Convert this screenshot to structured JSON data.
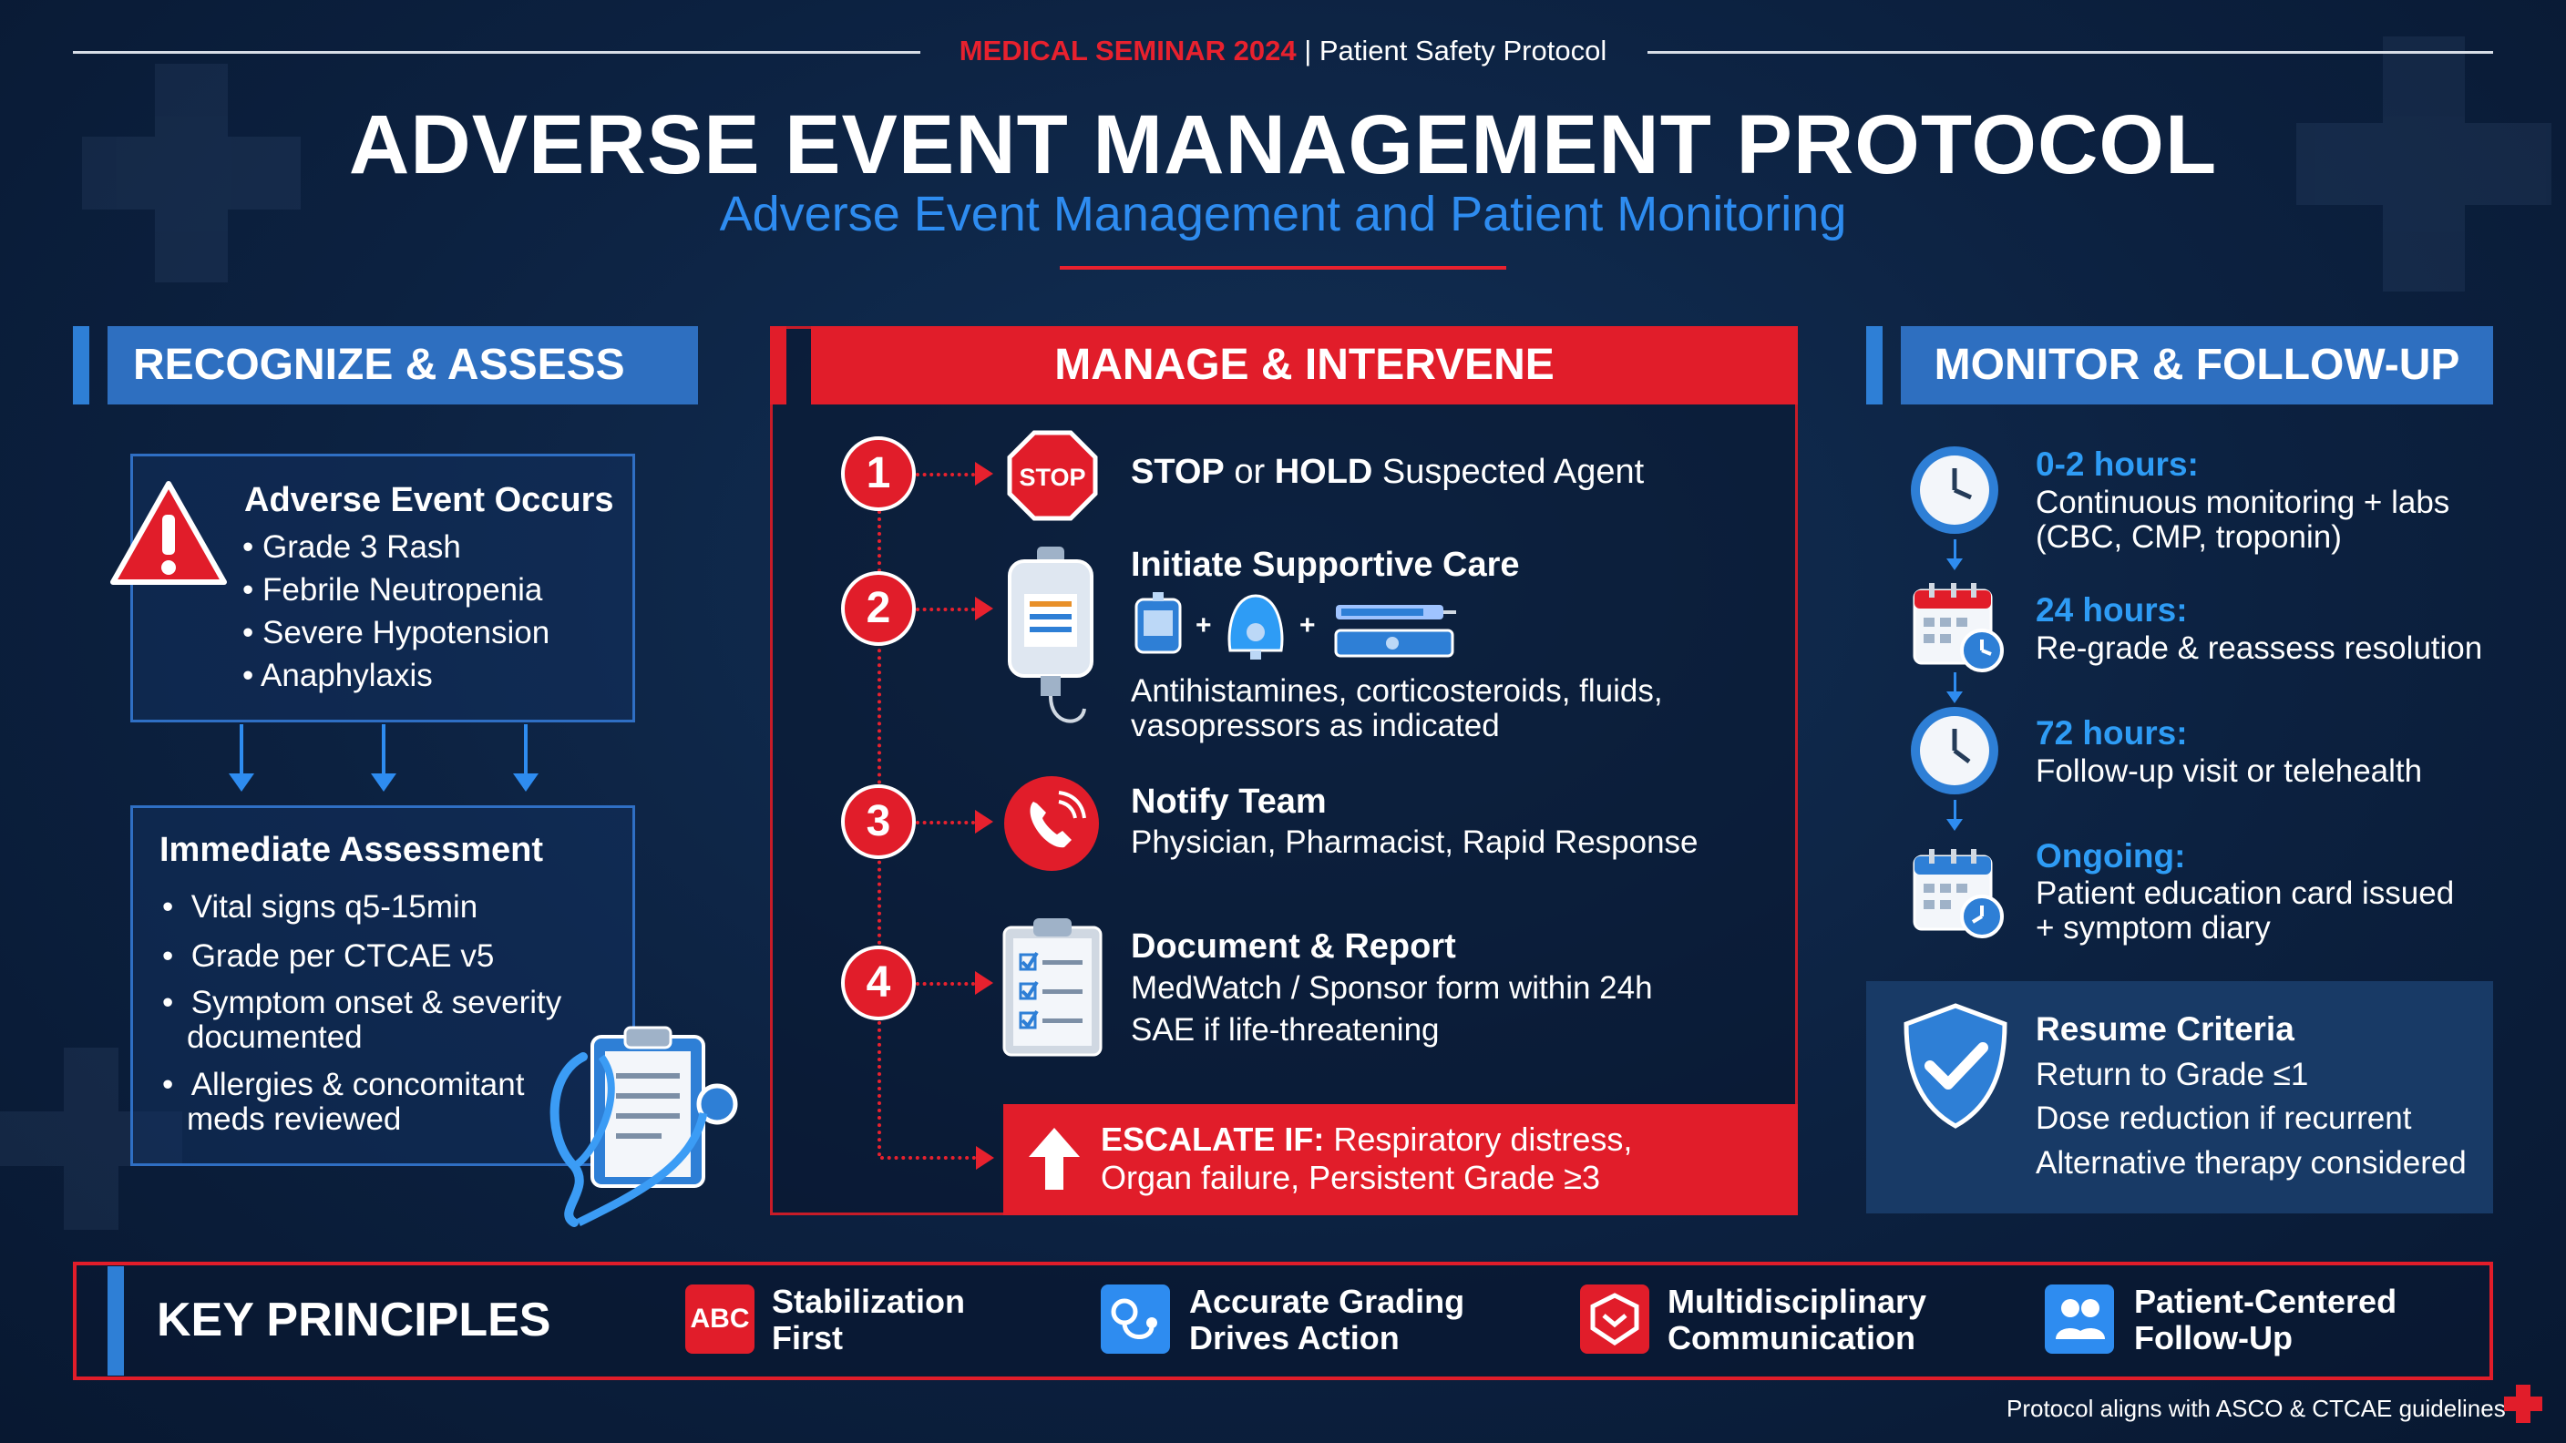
{
  "header": {
    "event": "MEDICAL SEMINAR 2024",
    "separator": " | ",
    "topic": "Patient Safety Protocol",
    "title": "ADVERSE EVENT MANAGEMENT PROTOCOL",
    "subtitle": "Adverse Event Management and Patient Monitoring"
  },
  "recognize": {
    "heading": "RECOGNIZE & ASSESS",
    "event_box": {
      "title": "Adverse Event Occurs",
      "items": [
        "Grade 3 Rash",
        "Febrile Neutropenia",
        "Severe Hypotension",
        "Anaphylaxis"
      ]
    },
    "assessment_box": {
      "title": "Immediate Assessment",
      "items": [
        "Vital signs q5-15min",
        "Grade per CTCAE v5",
        "Symptom onset & severity",
        "documented",
        "Allergies & concomitant",
        "meds reviewed"
      ]
    }
  },
  "manage": {
    "heading": "MANAGE & INTERVENE",
    "stop_sign_text": "STOP",
    "plus": "+",
    "steps": [
      {
        "number": "1",
        "title_a": "STOP",
        "title_or": " or ",
        "title_b": "HOLD",
        "title_rest": " Suspected Agent"
      },
      {
        "number": "2",
        "title": "Initiate Supportive Care",
        "line1": "Antihistamines, corticosteroids, fluids,",
        "line2": "vasopressors as indicated"
      },
      {
        "number": "3",
        "title": "Notify Team",
        "line1": "Physician, Pharmacist, Rapid Response"
      },
      {
        "number": "4",
        "title": "Document & Report",
        "line1": "MedWatch / Sponsor form within 24h",
        "line2": "SAE if life-threatening"
      }
    ],
    "escalate": {
      "label": "ESCALATE IF:",
      "line1": " Respiratory distress,",
      "line2": "Organ failure, Persistent Grade ≥3"
    }
  },
  "monitor": {
    "heading": "MONITOR & FOLLOW-UP",
    "items": [
      {
        "time": "0-2 hours:",
        "line1": "Continuous monitoring + labs",
        "line2": "(CBC, CMP, troponin)"
      },
      {
        "time": "24 hours:",
        "line1": "Re-grade & reassess resolution",
        "line2": ""
      },
      {
        "time": "72 hours:",
        "line1": "Follow-up visit or telehealth",
        "line2": ""
      },
      {
        "time": "Ongoing:",
        "line1": "Patient education card issued",
        "line2": "+ symptom diary"
      }
    ],
    "resume": {
      "title": "Resume Criteria",
      "items": [
        "Return to Grade ≤1",
        "Dose reduction if recurrent",
        "Alternative therapy considered"
      ]
    }
  },
  "key_principles": {
    "heading": "KEY PRINCIPLES",
    "abc_text": "ABC",
    "items": [
      {
        "line1": "Stabilization",
        "line2": "First"
      },
      {
        "line1": "Accurate Grading",
        "line2": "Drives Action"
      },
      {
        "line1": "Multidisciplinary",
        "line2": "Communication"
      },
      {
        "line1": "Patient-Centered",
        "line2": "Follow-Up"
      }
    ]
  },
  "footer": {
    "note": "Protocol aligns with ASCO & CTCAE guidelines"
  },
  "colors": {
    "accent_red": "#e11d2a",
    "accent_blue": "#2e7fd6",
    "background": "#0c2140",
    "text_blue": "#2e8cf0"
  },
  "icons": [
    "warning-icon",
    "clipboard-stethoscope-icon",
    "stop-sign-icon",
    "iv-bag-icon",
    "nebulizer-icon",
    "syringe-icon",
    "phone-icon",
    "checklist-icon",
    "escalate-arrow-icon",
    "clock-icon",
    "calendar-icon",
    "shield-check-icon",
    "abc-icon",
    "grading-icon",
    "communication-icon",
    "patient-icon",
    "medical-cross-icon"
  ]
}
